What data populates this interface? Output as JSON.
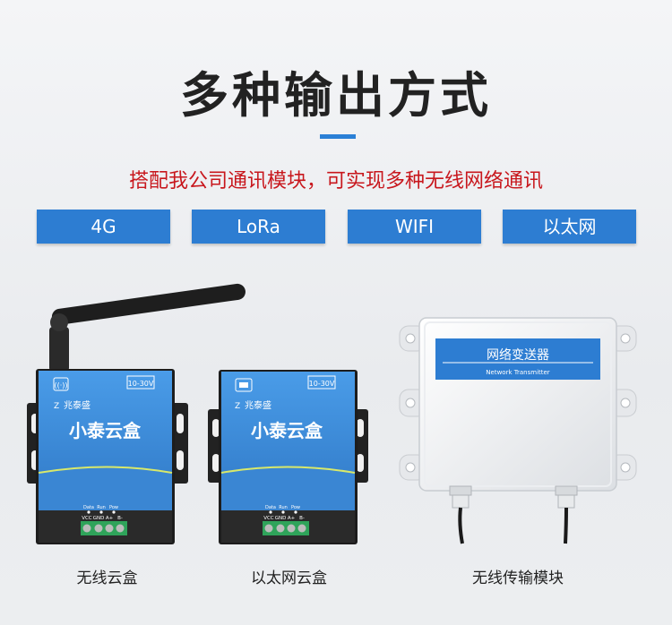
{
  "heading": "多种输出方式",
  "subheading": "搭配我公司通讯模块，可实现多种无线网络通讯",
  "tags": [
    "4G",
    "LoRa",
    "WIFI",
    "以太网"
  ],
  "devices": {
    "wireless_box": {
      "brand": "兆泰盛",
      "name": "小泰云盒",
      "voltage": "10-30V",
      "led_labels": [
        "Data",
        "Run",
        "Pow"
      ],
      "terminal_labels": [
        "VCC",
        "GND",
        "A+",
        "B-"
      ],
      "caption": "无线云盒"
    },
    "ethernet_box": {
      "brand": "兆泰盛",
      "name": "小泰云盒",
      "voltage": "10-30V",
      "led_labels": [
        "Data",
        "Run",
        "Pow"
      ],
      "terminal_labels": [
        "VCC",
        "GND",
        "A+",
        "B-"
      ],
      "caption": "以太网云盒"
    },
    "transmitter": {
      "label_cn": "网络变送器",
      "label_en": "Network Transmitter",
      "caption": "无线传输模块"
    }
  },
  "colors": {
    "accent_blue": "#2d7dd2",
    "headline_red": "#c8171d",
    "device_blue": "#3a8fe0"
  }
}
